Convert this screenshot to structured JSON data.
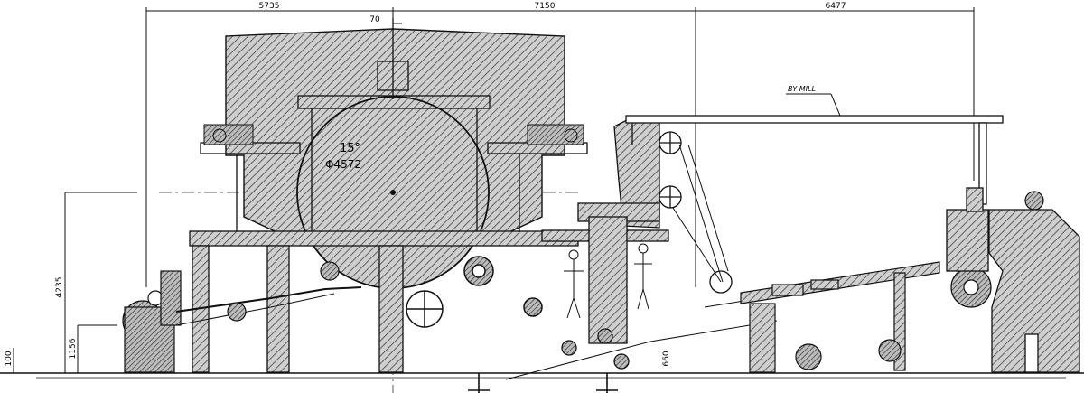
{
  "dimensions": {
    "top": [
      "5735",
      "7150",
      "6477"
    ],
    "small_top": "70",
    "vertical_overall": "4235",
    "vertical_low": "1156",
    "vertical_base": "100",
    "vertical_mid": "660"
  },
  "labels": {
    "angle": "15°",
    "diameter": "Φ4572",
    "by_mill": "BY MILL"
  },
  "colors": {
    "line": "#111111",
    "hatch": "#555555",
    "fill": "#9a9a9a",
    "background": "#ffffff"
  }
}
